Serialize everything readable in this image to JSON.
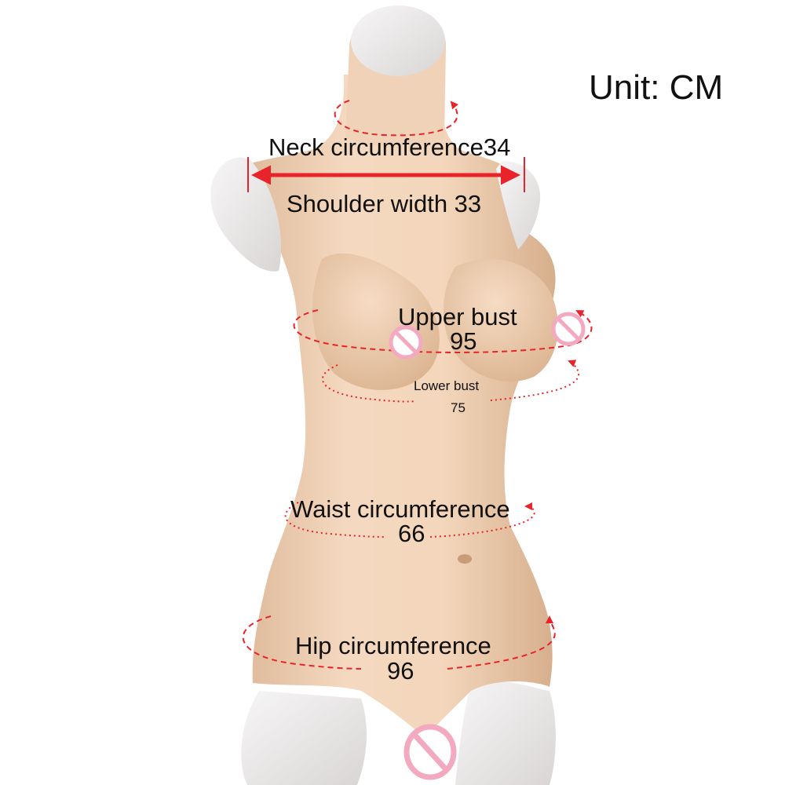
{
  "unit_label": "Unit: CM",
  "measurements": {
    "neck": {
      "label": "Neck circumference34"
    },
    "shoulder": {
      "label": "Shoulder width 33"
    },
    "upper_bust": {
      "label": "Upper bust",
      "value": "95"
    },
    "lower_bust": {
      "label": "Lower bust",
      "value": "75"
    },
    "waist": {
      "label": "Waist circumference",
      "value": "66"
    },
    "hip": {
      "label": "Hip circumference",
      "value": "96"
    }
  },
  "colors": {
    "skin": "#f1d2b6",
    "skin_shadow": "#d9b394",
    "mannequin_white": "#e9e6e6",
    "annotation_red": "#e8242a",
    "censor_pink": "#f3a9c0"
  },
  "icons": [
    "censor-icon",
    "rotation-arrow-icon",
    "double-arrow-icon"
  ]
}
